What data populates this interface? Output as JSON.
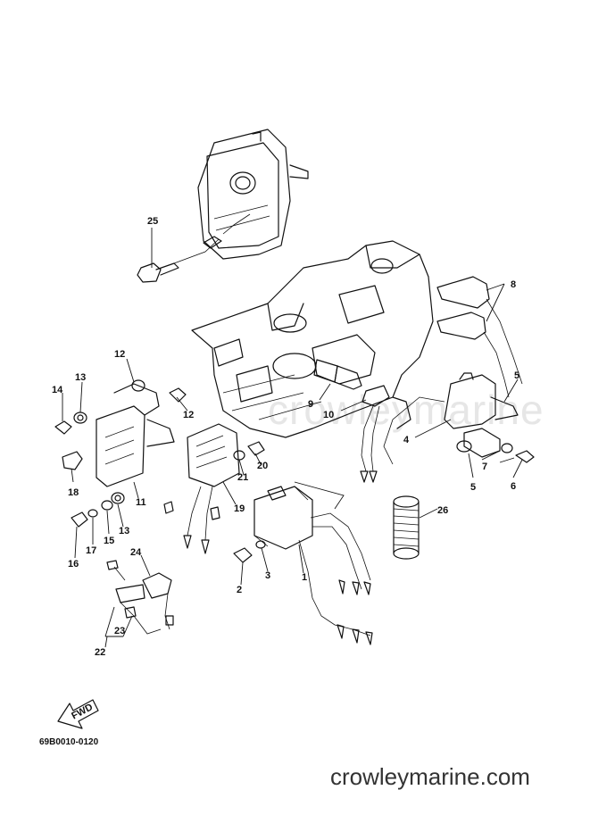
{
  "watermark_text": "crowleymarine",
  "diagram_code": "69B0010-0120",
  "site_name": "crowleymarine.com",
  "fwd_label": "FWD",
  "callouts": [
    "25",
    "8",
    "12",
    "13",
    "14",
    "12",
    "9",
    "10",
    "5",
    "4",
    "7",
    "6",
    "5",
    "21",
    "20",
    "18",
    "11",
    "19",
    "26",
    "16",
    "17",
    "15",
    "13",
    "24",
    "2",
    "3",
    "1",
    "23",
    "22"
  ]
}
